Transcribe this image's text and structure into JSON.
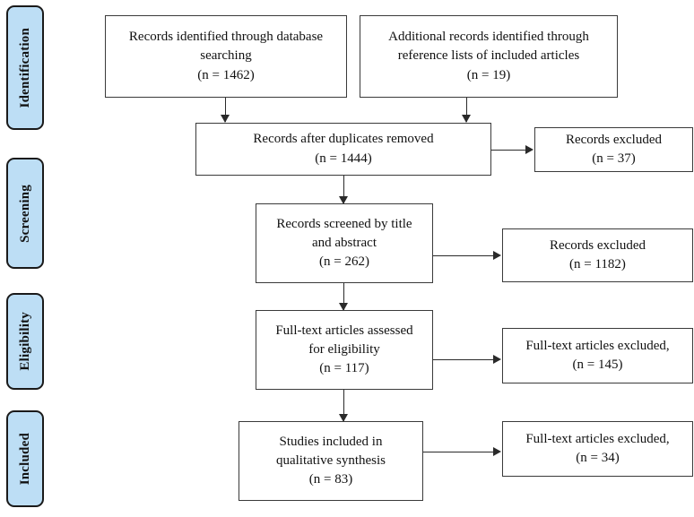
{
  "diagram": {
    "type": "prisma-flow-diagram",
    "accent_color": "#bddef5",
    "border_color": "#1a1a1a",
    "box_border_color": "#3a3a3a",
    "connector_color": "#2a2a2a"
  },
  "stages": [
    {
      "key": "identification",
      "label": "Identification"
    },
    {
      "key": "screening",
      "label": "Screening"
    },
    {
      "key": "eligibility",
      "label": "Eligibility"
    },
    {
      "key": "included",
      "label": "Included"
    }
  ],
  "boxes": {
    "database_records": {
      "text": "Records identified through database\nsearching\n(n = 1462)",
      "count": 1462
    },
    "additional_records": {
      "text": "Additional records identified through\nreference lists of included articles\n(n = 19)",
      "count": 19
    },
    "after_duplicates": {
      "text": "Records after duplicates removed\n(n = 1444)",
      "count": 1444
    },
    "excluded_duplicates": {
      "text": "Records excluded\n(n = 37)",
      "count": 37
    },
    "screened": {
      "text": "Records screened by title\nand abstract\n(n = 262)",
      "count": 262
    },
    "excluded_screening": {
      "text": "Records excluded\n(n = 1182)",
      "count": 1182
    },
    "fulltext_assessed": {
      "text": "Full-text articles assessed\nfor eligibility\n(n = 117)",
      "count": 117
    },
    "excluded_eligibility": {
      "text": "Full-text articles excluded,\n(n = 145)",
      "count": 145
    },
    "studies_included": {
      "text": "Studies included in\nqualitative synthesis\n(n = 83)",
      "count": 83
    },
    "excluded_included": {
      "text": "Full-text articles excluded,\n(n = 34)",
      "count": 34
    }
  }
}
